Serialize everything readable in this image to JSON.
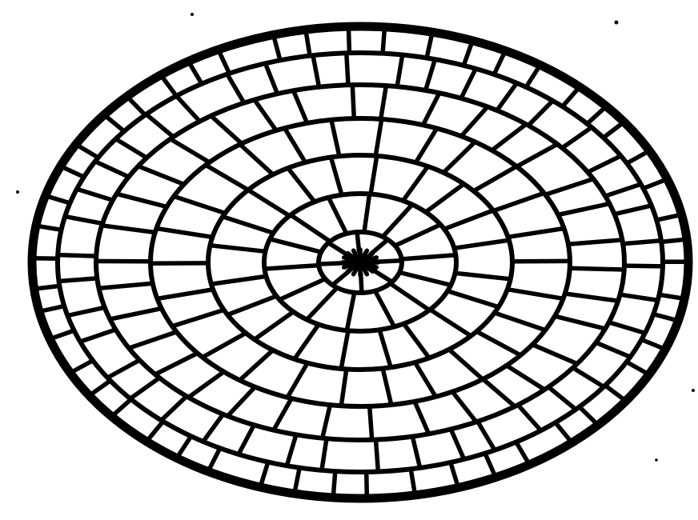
{
  "image": {
    "subject": "oval-concentric-cell-pattern-drawing",
    "colors": {
      "ink": "#000000",
      "paper": "#ffffff"
    },
    "rings": 7,
    "cells_per_ring": [
      8,
      14,
      20,
      26,
      34,
      42,
      50
    ]
  }
}
